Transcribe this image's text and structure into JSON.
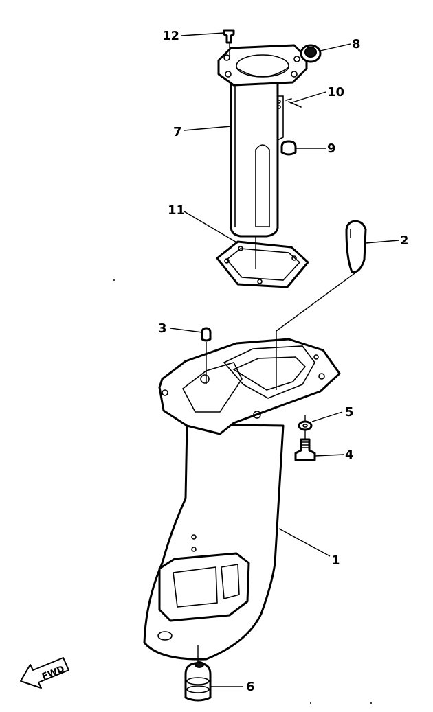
{
  "callouts": [
    {
      "id": "1",
      "label": "1"
    },
    {
      "id": "2",
      "label": "2"
    },
    {
      "id": "3",
      "label": "3"
    },
    {
      "id": "4",
      "label": "4"
    },
    {
      "id": "5",
      "label": "5"
    },
    {
      "id": "6",
      "label": "6"
    },
    {
      "id": "7",
      "label": "7"
    },
    {
      "id": "8",
      "label": "8"
    },
    {
      "id": "9",
      "label": "9"
    },
    {
      "id": "10",
      "label": "10"
    },
    {
      "id": "11",
      "label": "11"
    },
    {
      "id": "12",
      "label": "12"
    }
  ],
  "direction_arrow": {
    "label": "FWD"
  }
}
